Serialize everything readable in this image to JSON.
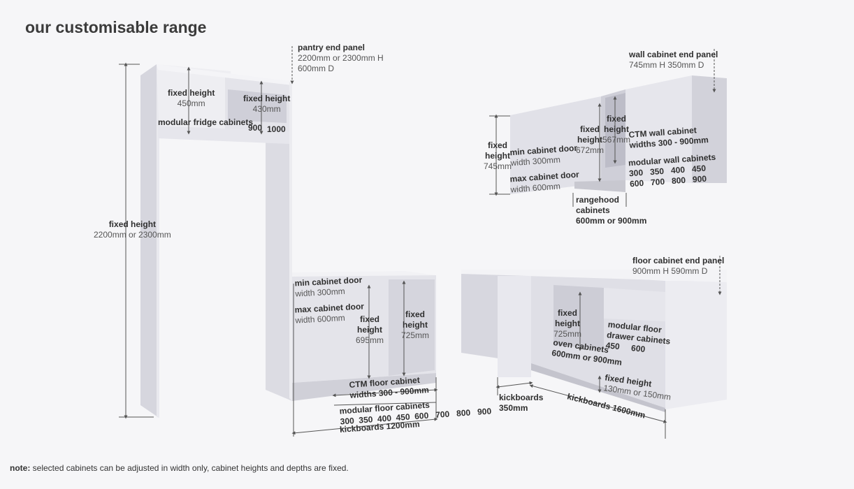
{
  "title": "our customisable range",
  "note": {
    "prefix": "note:",
    "text": "selected cabinets can be adjusted in width only, cabinet heights and depths are fixed."
  },
  "pantry": {
    "end_panel_title": "pantry end panel",
    "end_panel_size1": "2200mm or 2300mm H",
    "end_panel_size2": "600mm D",
    "fixed_height_a": "fixed height",
    "fixed_height_a_val": "450mm",
    "fixed_height_b": "fixed height",
    "fixed_height_b_val": "430mm",
    "modular_fridge": "modular fridge cabinets",
    "w900": "900",
    "w1000": "1000",
    "tall_fixed": "fixed height",
    "tall_fixed_val": "2200mm or 2300mm"
  },
  "wall": {
    "end_panel_title": "wall cabinet end panel",
    "end_panel_size": "745mm H 350mm D",
    "fixed": "fixed",
    "height": "height",
    "h745": "745mm",
    "min_door": "min cabinet door",
    "min_door_w": "width 300mm",
    "max_door": "max cabinet door",
    "max_door_w": "width 600mm",
    "h672": "672mm",
    "h567": "567mm",
    "ctm": "CTM wall cabinet",
    "ctm_widths": "widths 300 - 900mm",
    "modular": "modular wall cabinets",
    "mod_row1": "300   350   400   450",
    "mod_row2": "600   700   800   900",
    "rangehood1": "rangehood",
    "rangehood2": "cabinets",
    "rangehood3": "600mm or 900mm"
  },
  "floor_left": {
    "min_door": "min cabinet door",
    "min_door_w": "width 300mm",
    "max_door": "max cabinet door",
    "max_door_w": "width 600mm",
    "fixed": "fixed",
    "height": "height",
    "h695": "695mm",
    "h725": "725mm",
    "ctm": "CTM floor cabinet",
    "ctm_widths": "widths 300 - 900mm",
    "modular": "modular floor cabinets",
    "mod_values": "300  350  400  450  600   700   800   900",
    "kick": "kickboards 1200mm"
  },
  "floor_right": {
    "end_panel_title": "floor cabinet end panel",
    "end_panel_size": "900mm H 590mm D",
    "fixed": "fixed",
    "height": "height",
    "h725": "725mm",
    "oven1": "oven cabinets",
    "oven2": "600mm or 900mm",
    "drawer1": "modular floor",
    "drawer2": "drawer cabinets",
    "drawer3": "450     600",
    "kick_fixed": "fixed height",
    "kick_fixed_val": "130mm or 150mm",
    "kick350a": "kickboards",
    "kick350b": "350mm",
    "kick1600": "kickboards 1600mm"
  }
}
